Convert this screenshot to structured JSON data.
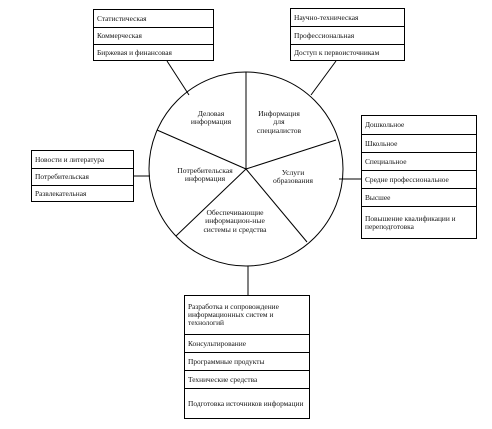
{
  "wheel": {
    "sectors": [
      {
        "label": "Деловая\nинформация"
      },
      {
        "label": "Информация\nдля\nспециалистов"
      },
      {
        "label": "Услуги\nобразования"
      },
      {
        "label": "Обеспечивающие\nинформацион-ные\nсистемы и средства"
      },
      {
        "label": "Потребительская\nинформация"
      }
    ]
  },
  "boxes": {
    "business": {
      "items": [
        "Статистическая",
        "Коммерческая",
        "Биржевая и финансовая"
      ]
    },
    "specialists": {
      "items": [
        "Научно-техническая",
        "Профессиональная",
        "Доступ к первоисточникам"
      ]
    },
    "education": {
      "items": [
        "Дошкольное",
        "Школьное",
        "Специальное",
        "Средне профессиональное",
        "Высшее",
        "Повышение квалификации и переподготовка"
      ]
    },
    "consumer": {
      "items": [
        "Новости и литература",
        "Потребительская",
        "Развлекательная"
      ]
    },
    "support": {
      "items": [
        "Разработка и сопровождение информационных систем и технологий",
        "Консультирование",
        "Программные продукты",
        "Технические средства",
        "Подготовка источников информации"
      ]
    }
  }
}
